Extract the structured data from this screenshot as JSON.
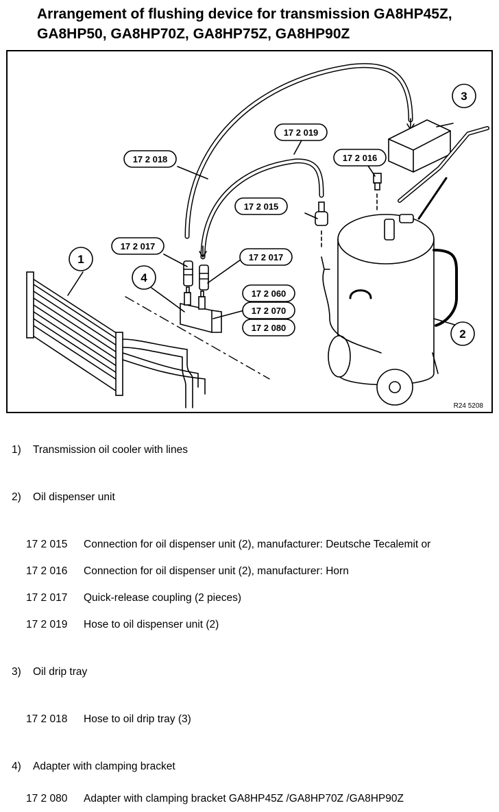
{
  "title": {
    "line1": "Arrangement of flushing device for transmission GA8HP45Z,",
    "line2": "GA8HP50, GA8HP70Z, GA8HP75Z, GA8HP90Z"
  },
  "figure": {
    "reference": "R24 5208",
    "numbers": [
      "1",
      "2",
      "3",
      "4"
    ],
    "callouts": {
      "c018": "17 2 018",
      "c019": "17 2 019",
      "c016": "17 2 016",
      "c015": "17 2 015",
      "c017a": "17 2 017",
      "c017b": "17 2 017",
      "c060": "17 2 060",
      "c070": "17 2 070",
      "c080": "17 2 080"
    }
  },
  "legend": {
    "item1": {
      "index": "1)",
      "label": "Transmission oil cooler with lines"
    },
    "item2": {
      "index": "2)",
      "label": "Oil dispenser unit"
    },
    "item2_parts": [
      {
        "code": "17 2 015",
        "desc": "Connection for oil dispenser unit (2), manufacturer: Deutsche Tecalemit or"
      },
      {
        "code": "17 2 016",
        "desc": "Connection for oil dispenser unit (2), manufacturer: Horn"
      },
      {
        "code": "17 2 017",
        "desc": "Quick-release coupling (2 pieces)"
      },
      {
        "code": "17 2 019",
        "desc": "Hose to oil dispenser unit (2)"
      }
    ],
    "item3": {
      "index": "3)",
      "label": "Oil drip tray"
    },
    "item3_parts": [
      {
        "code": "17 2 018",
        "desc": "Hose to oil drip tray (3)"
      }
    ],
    "item4": {
      "index": "4)",
      "label": "Adapter with clamping bracket"
    },
    "item4_parts": [
      {
        "code": "17 2 080",
        "desc": "Adapter with clamping bracket GA8HP45Z /GA8HP70Z /GA8HP90Z"
      }
    ]
  }
}
